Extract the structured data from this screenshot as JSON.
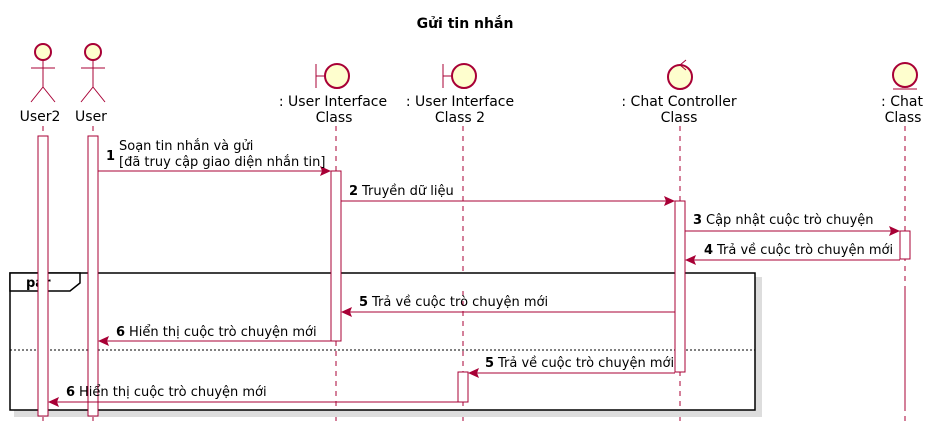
{
  "title": "Gửi tin nhắn",
  "colors": {
    "line": "#A80036",
    "fill": "#FEFECE",
    "frame": "#000000"
  },
  "participants": [
    {
      "id": "user2",
      "type": "actor",
      "label_lines": [
        "User2"
      ]
    },
    {
      "id": "user",
      "type": "actor",
      "label_lines": [
        "User"
      ]
    },
    {
      "id": "ui1",
      "type": "boundary",
      "label_lines": [
        ": User Interface",
        "Class"
      ]
    },
    {
      "id": "ui2",
      "type": "boundary",
      "label_lines": [
        ": User Interface",
        "Class 2"
      ]
    },
    {
      "id": "ctrl",
      "type": "control",
      "label_lines": [
        ": Chat Controller",
        "Class"
      ]
    },
    {
      "id": "chat",
      "type": "entity",
      "label_lines": [
        ": Chat",
        "Class"
      ]
    }
  ],
  "messages": [
    {
      "num": "1",
      "text_lines": [
        "Soạn tin nhắn và gửi",
        "[đã truy cập giao diện nhắn tin]"
      ],
      "from": "user",
      "to": "ui1"
    },
    {
      "num": "2",
      "text_lines": [
        "Truyền dữ liệu"
      ],
      "from": "ui1",
      "to": "ctrl"
    },
    {
      "num": "3",
      "text_lines": [
        "Cập nhật cuộc trò chuyện"
      ],
      "from": "ctrl",
      "to": "chat"
    },
    {
      "num": "4",
      "text_lines": [
        "Trả về cuộc trò chuyện mới"
      ],
      "from": "chat",
      "to": "ctrl"
    },
    {
      "num": "5",
      "text_lines": [
        "Trả về cuộc trò chuyện mới"
      ],
      "from": "ctrl",
      "to": "ui1"
    },
    {
      "num": "6",
      "text_lines": [
        "Hiển thị cuộc trò chuyện mới"
      ],
      "from": "ui1",
      "to": "user"
    },
    {
      "num": "5",
      "text_lines": [
        "Trả về cuộc trò chuyện mới"
      ],
      "from": "ctrl",
      "to": "ui2"
    },
    {
      "num": "6",
      "text_lines": [
        "Hiển thị cuộc trò chuyện mới"
      ],
      "from": "ui2",
      "to": "user2"
    }
  ],
  "fragment": {
    "label": "par"
  }
}
